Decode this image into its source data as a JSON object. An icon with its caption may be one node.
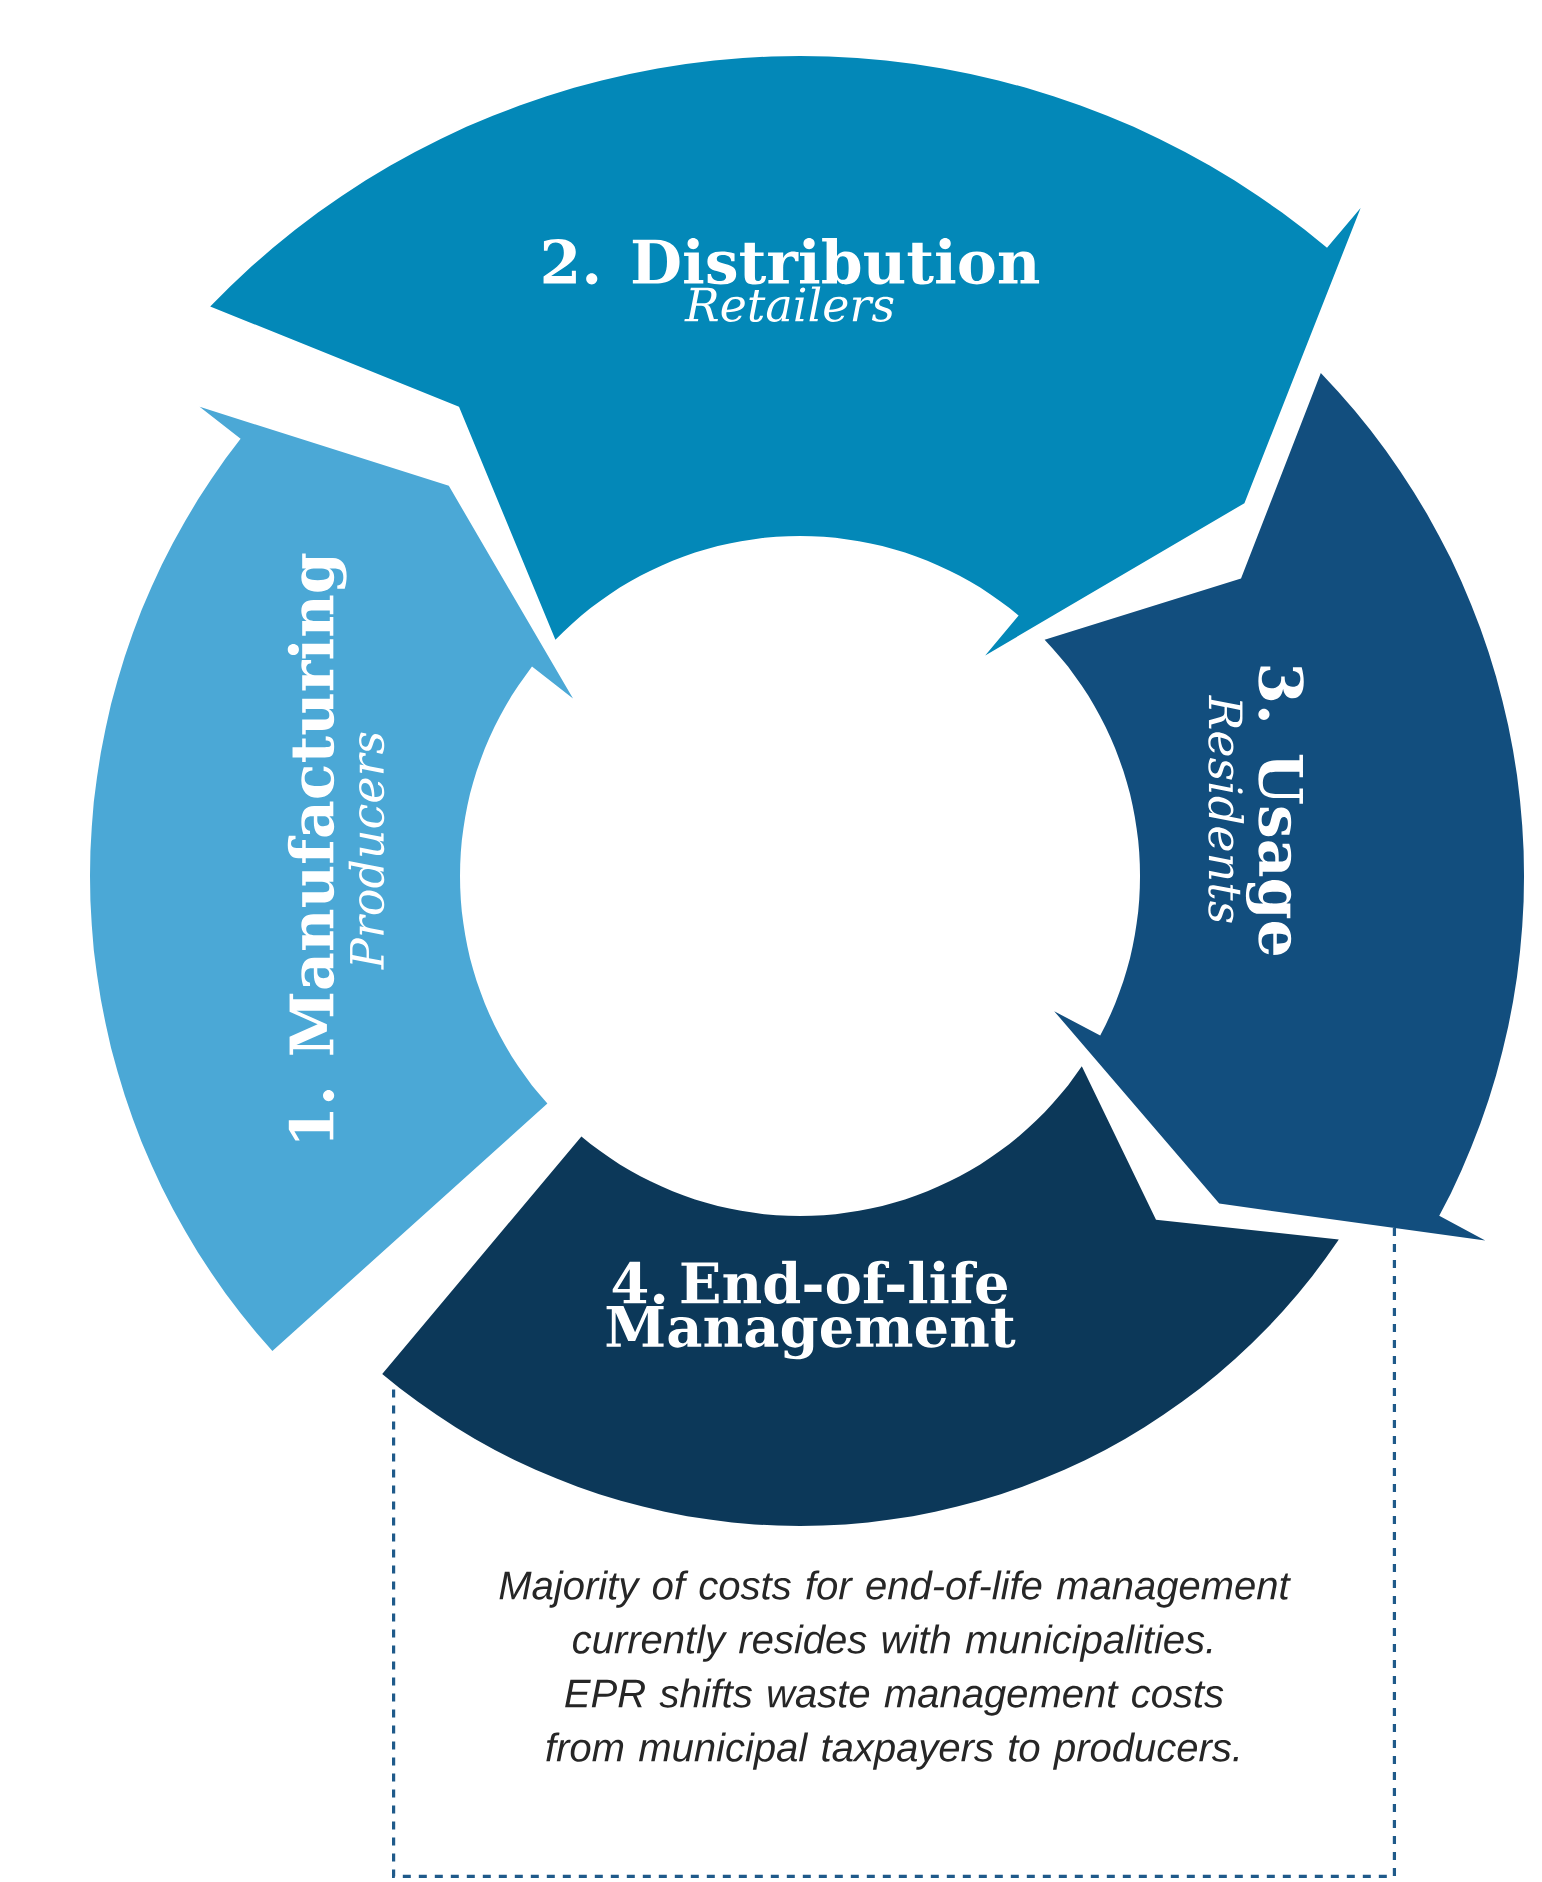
{
  "diagram": {
    "nodes": [
      {
        "text": [
          "1. Manufacturing",
          "Producers"
        ]
      },
      {
        "text": [
          "2. Distribution",
          "Retailers"
        ]
      },
      {
        "text": [
          "3. Usage",
          "Residents"
        ]
      },
      {
        "text": [
          "4. End-of-life Management"
        ]
      },
      {
        "text": [
          "Majority of costs for end-of-life management currently resides with municipalities. EPR shifts waste management costs from municipal taxpayers to producers."
        ]
      }
    ]
  }
}
